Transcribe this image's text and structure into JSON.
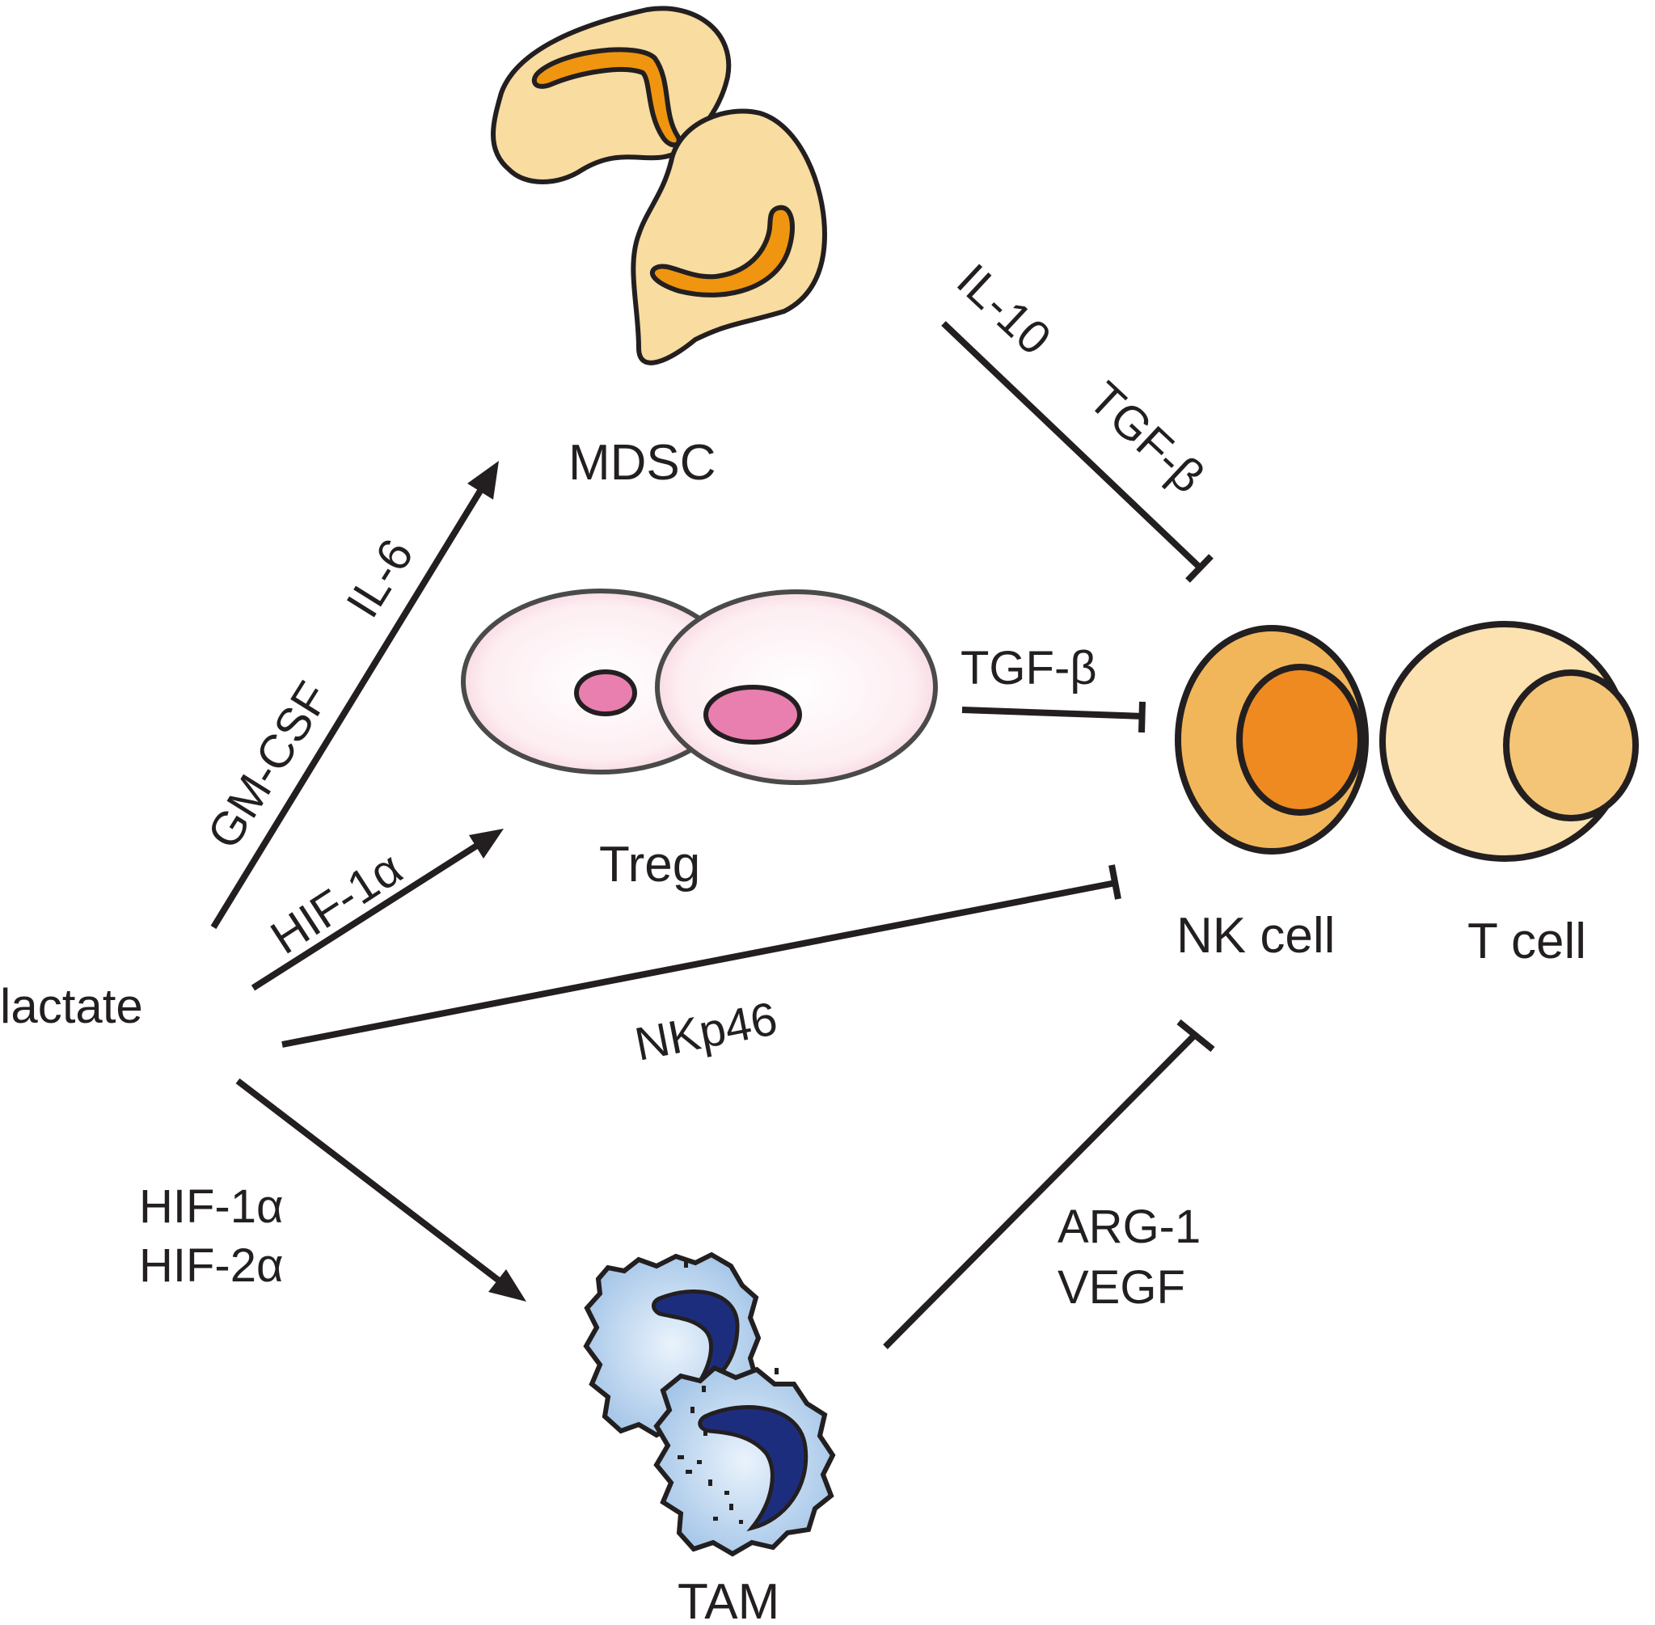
{
  "nodes": {
    "source": "lactate",
    "mdsc": "MDSC",
    "treg": "Treg",
    "tam": "TAM",
    "nk": "NK cell",
    "tcell": "T cell"
  },
  "edges": {
    "lactate_mdsc": {
      "label_a": "GM-CSF",
      "label_b": "IL-6",
      "type": "activation"
    },
    "lactate_treg": {
      "label": "HIF-1α",
      "type": "activation"
    },
    "lactate_nk": {
      "label": "NKp46",
      "type": "inhibition"
    },
    "lactate_tam": {
      "label_a": "HIF-1α",
      "label_b": "HIF-2α",
      "type": "activation"
    },
    "mdsc_nk": {
      "label_a": "IL-10",
      "label_b": "TGF-β",
      "type": "inhibition"
    },
    "treg_nk": {
      "label": "TGF-β",
      "type": "inhibition"
    },
    "tam_nk": {
      "label_a": "ARG-1",
      "label_b": "VEGF",
      "type": "inhibition"
    }
  },
  "colors": {
    "line": "#231f20",
    "mdsc_body": "#f8dca0",
    "mdsc_nucleus": "#f0950f",
    "treg_body": "#fbe3ea",
    "treg_nucleus": "#e97fae",
    "nk_body": "#f2b65a",
    "nk_nucleus": "#ee8a1f",
    "tcell_body": "#fbe2b0",
    "tcell_nucleus": "#f5c577",
    "tam_body": "#bcd6ef",
    "tam_nucleus": "#1d2d7e"
  }
}
